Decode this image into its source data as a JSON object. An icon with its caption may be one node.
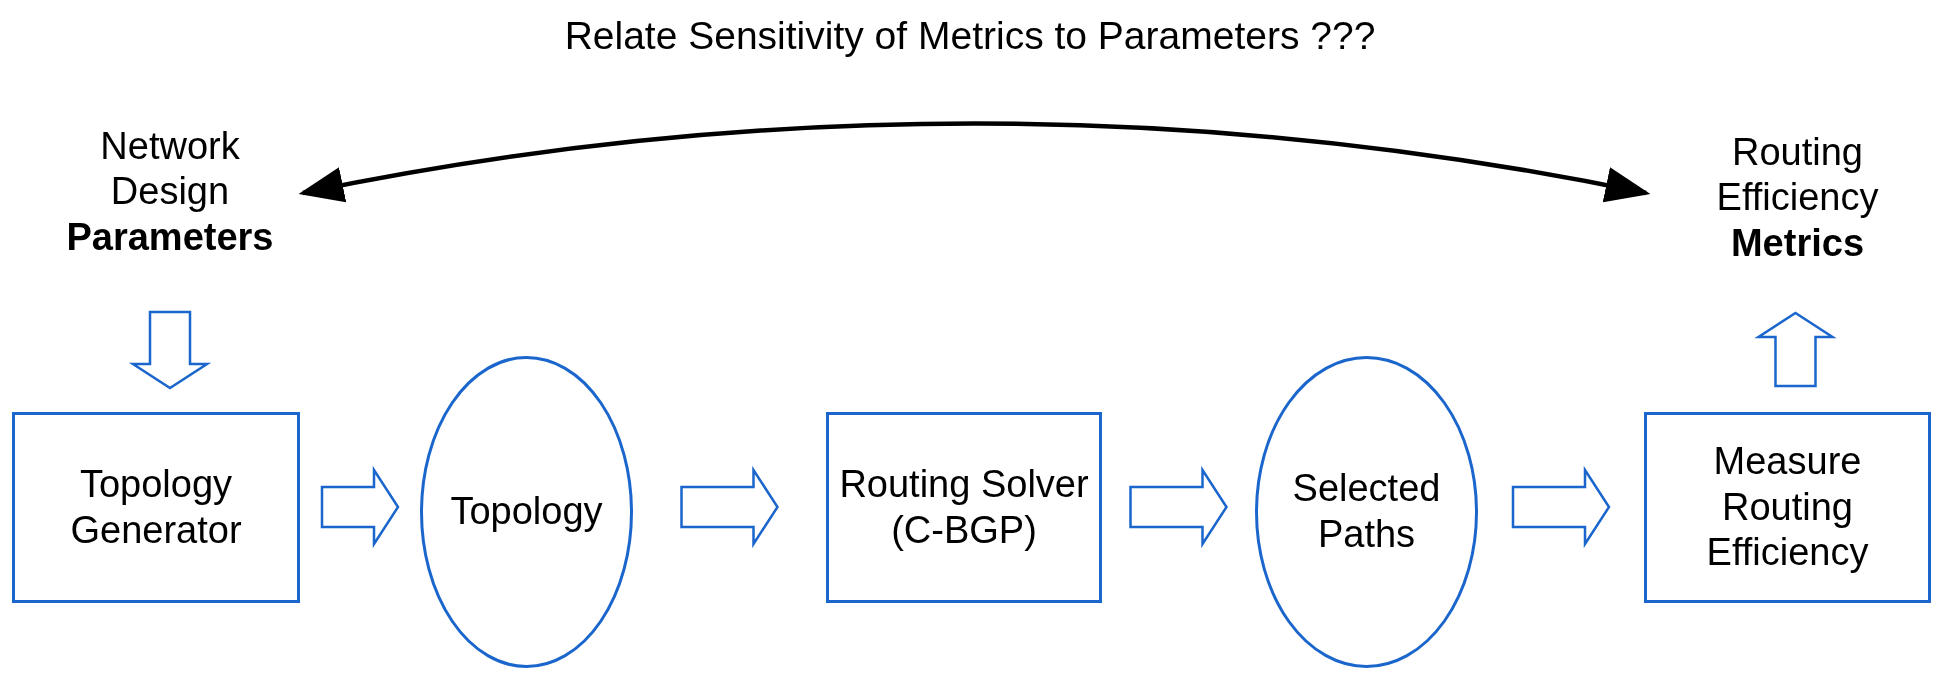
{
  "diagram": {
    "nodes": [
      {
        "text": [
          "Network Design **Parameters**"
        ]
      },
      {
        "text": [
          "Routing Efficiency **Metrics**"
        ]
      },
      {
        "text": [
          "Topology Generator"
        ]
      },
      {
        "text": [
          "Topology"
        ]
      },
      {
        "text": [
          "Routing Solver (C-BGP)"
        ]
      },
      {
        "text": [
          "Selected Paths"
        ]
      },
      {
        "text": [
          "Measure Routing Efficiency"
        ]
      }
    ],
    "edges": [
      {
        "from": 0,
        "to": 1,
        "arrow": "both",
        "label": "Relate Sensitivity of Metrics to Parameters ???",
        "color": "#000000"
      },
      {
        "from": 0,
        "to": 2,
        "arrow": "to"
      },
      {
        "from": 2,
        "to": 3,
        "arrow": "to"
      },
      {
        "from": 3,
        "to": 4,
        "arrow": "to"
      },
      {
        "from": 4,
        "to": 5,
        "arrow": "to"
      },
      {
        "from": 5,
        "to": 6,
        "arrow": "to"
      },
      {
        "from": 6,
        "to": 1,
        "arrow": "to"
      }
    ]
  }
}
